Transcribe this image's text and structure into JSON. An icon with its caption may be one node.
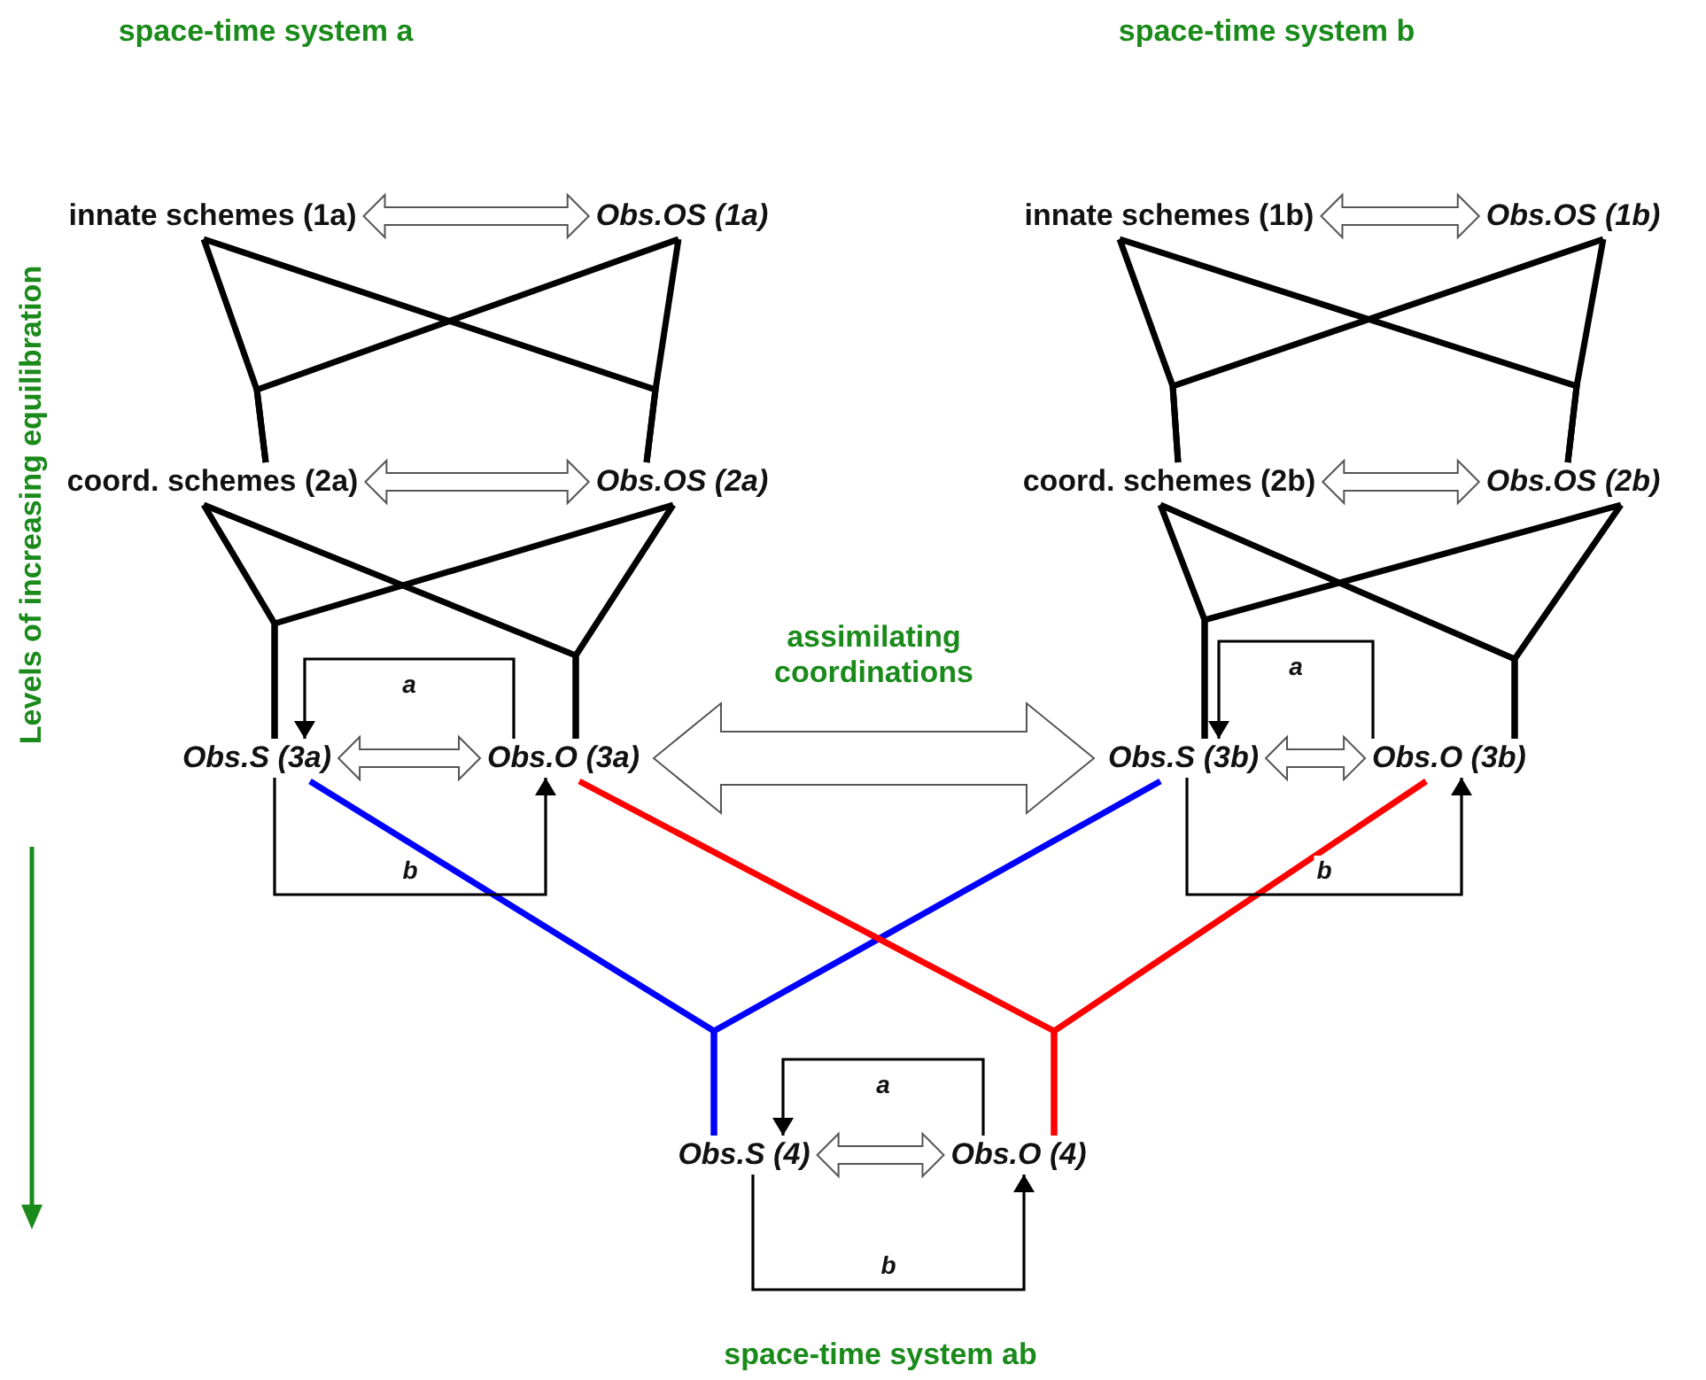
{
  "diagram": {
    "nodes": [
      {
        "text": [
          "innate schemes (1a)"
        ]
      },
      {
        "text": [
          "Obs.OS (1a)"
        ]
      },
      {
        "text": [
          "innate schemes (1b)"
        ]
      },
      {
        "text": [
          "Obs.OS (1b)"
        ]
      },
      {
        "text": [
          "coord. schemes (2a)"
        ]
      },
      {
        "text": [
          "Obs.OS (2a)"
        ]
      },
      {
        "text": [
          "coord. schemes (2b)"
        ]
      },
      {
        "text": [
          "Obs.OS (2b)"
        ]
      },
      {
        "text": [
          "Obs.S (3a)"
        ]
      },
      {
        "text": [
          "Obs.O (3a)"
        ]
      },
      {
        "text": [
          "Obs.S (3b)"
        ]
      },
      {
        "text": [
          "Obs.O (3b)"
        ]
      },
      {
        "text": [
          "Obs.S (4)"
        ]
      },
      {
        "text": [
          "Obs.O (4)"
        ]
      }
    ],
    "edges": [
      {
        "from": 0,
        "to": 1,
        "arrow": "both",
        "style": "thick"
      },
      {
        "from": 2,
        "to": 3,
        "arrow": "both",
        "style": "thick"
      },
      {
        "from": 4,
        "to": 5,
        "arrow": "both",
        "style": "thick"
      },
      {
        "from": 6,
        "to": 7,
        "arrow": "both",
        "style": "thick"
      },
      {
        "from": 8,
        "to": 9,
        "arrow": "both",
        "style": "thick"
      },
      {
        "from": 10,
        "to": 11,
        "arrow": "both",
        "style": "thick"
      },
      {
        "from": 12,
        "to": 13,
        "arrow": "both",
        "style": "thick"
      },
      {
        "from": 9,
        "to": 10,
        "arrow": "both",
        "style": "thick",
        "label": "assimilating coordinations"
      },
      {
        "from": 0,
        "to": 4,
        "arrow": "none"
      },
      {
        "from": 0,
        "to": 5,
        "arrow": "none"
      },
      {
        "from": 1,
        "to": 4,
        "arrow": "none"
      },
      {
        "from": 1,
        "to": 5,
        "arrow": "none"
      },
      {
        "from": 2,
        "to": 6,
        "arrow": "none"
      },
      {
        "from": 2,
        "to": 7,
        "arrow": "none"
      },
      {
        "from": 3,
        "to": 6,
        "arrow": "none"
      },
      {
        "from": 3,
        "to": 7,
        "arrow": "none"
      },
      {
        "from": 4,
        "to": 8,
        "arrow": "none"
      },
      {
        "from": 4,
        "to": 9,
        "arrow": "none"
      },
      {
        "from": 5,
        "to": 8,
        "arrow": "none"
      },
      {
        "from": 5,
        "to": 9,
        "arrow": "none"
      },
      {
        "from": 6,
        "to": 10,
        "arrow": "none"
      },
      {
        "from": 6,
        "to": 11,
        "arrow": "none"
      },
      {
        "from": 7,
        "to": 10,
        "arrow": "none"
      },
      {
        "from": 7,
        "to": 11,
        "arrow": "none"
      },
      {
        "from": 8,
        "to": 12,
        "arrow": "none",
        "color": "#0000ff"
      },
      {
        "from": 10,
        "to": 12,
        "arrow": "none",
        "color": "#0000ff"
      },
      {
        "from": 9,
        "to": 13,
        "arrow": "none",
        "color": "#ff0000"
      },
      {
        "from": 11,
        "to": 13,
        "arrow": "none",
        "color": "#ff0000"
      },
      {
        "from": 9,
        "to": 8,
        "arrow": "to",
        "label": "a"
      },
      {
        "from": 8,
        "to": 9,
        "arrow": "to",
        "label": "b"
      },
      {
        "from": 11,
        "to": 10,
        "arrow": "to",
        "label": "a"
      },
      {
        "from": 10,
        "to": 11,
        "arrow": "to",
        "label": "b"
      },
      {
        "from": 13,
        "to": 12,
        "arrow": "to",
        "label": "a"
      },
      {
        "from": 12,
        "to": 13,
        "arrow": "to",
        "label": "b"
      }
    ],
    "labels": [
      "space-time system a",
      "space-time system b",
      "Levels of increasing equilibration",
      "space-time system ab"
    ]
  }
}
